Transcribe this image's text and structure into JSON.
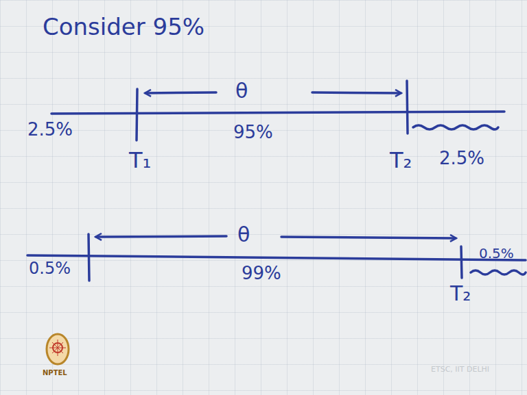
{
  "diagram": {
    "title": "Consider 95%",
    "labels": [
      "θ",
      "2.5%",
      "95%",
      "T₁",
      "T₂",
      "2.5%",
      "θ",
      "0.5%",
      "99%",
      "T₂",
      "0.5%",
      "NPTEL",
      "ETSC, IIT DELHI"
    ]
  }
}
